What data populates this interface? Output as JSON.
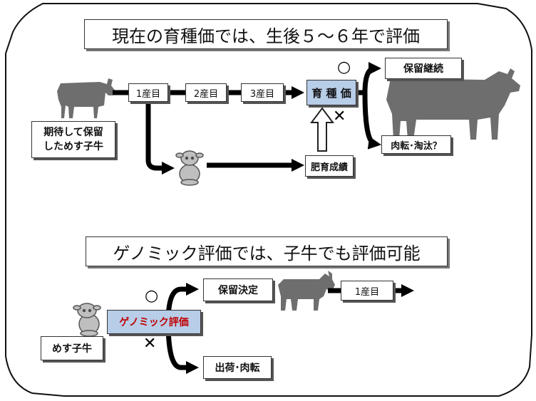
{
  "top": {
    "title": "現在の育種価では、生後５～６年で評価",
    "calf_label_line1": "期待して保留",
    "calf_label_line2": "しためす子牛",
    "step1": "1産目",
    "step2": "2産目",
    "step3": "3産目",
    "breeding_value": "育 種 価",
    "keep_continue": "保留継続",
    "meat_cull": "肉転･淘汰？",
    "fattening_results": "肥育成績",
    "ok_mark": "○",
    "ng_mark": "✕"
  },
  "bottom": {
    "title": "ゲノミック評価では、子牛でも評価可能",
    "female_calf": "めす子牛",
    "genomic_eval": "ゲノミック評価",
    "keep_decision": "保留決定",
    "ship_meat": "出荷･肉転",
    "first_birth": "1産目",
    "ok_mark": "○",
    "ng_mark": "✕"
  },
  "colors": {
    "blue_fill": "#b7cde8",
    "genomic_text": "#c00000",
    "silhouette": "#6e6e6e"
  }
}
